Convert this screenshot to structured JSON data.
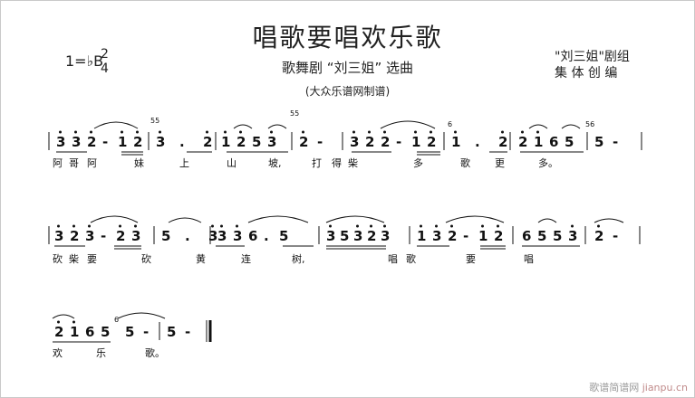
{
  "title": "唱歌要唱欢乐歌",
  "subtitle": "歌舞剧 “刘三姐” 选曲",
  "source": "(大众乐谱网制谱)",
  "key": "1=♭B",
  "time_sig": {
    "top": "2",
    "bottom": "4"
  },
  "credit": {
    "line1": "\"刘三姐\"剧组",
    "line2": "集 体 创 编"
  },
  "watermark": {
    "cn": "歌谱简谱网 ",
    "en": "jianpu.cn"
  },
  "lines": [
    {
      "measures": [
        [
          "3",
          "3",
          "2",
          "-",
          "1",
          "2"
        ],
        [
          "3",
          ".",
          "2"
        ],
        [
          "1",
          "2",
          "5",
          "3"
        ],
        [
          "2",
          "-"
        ],
        [
          "3",
          "2",
          "2",
          "-",
          "1",
          "2"
        ],
        [
          "1",
          ".",
          "2"
        ],
        [
          "2",
          "1",
          "6",
          "5"
        ],
        [
          "5",
          "-"
        ]
      ],
      "lyrics": [
        "阿",
        "哥",
        "阿",
        "妹",
        "上",
        "山",
        "坡,",
        "打",
        "得",
        "柴",
        "多",
        "歌",
        "更",
        "多。"
      ]
    },
    {
      "measures": [
        [
          "3",
          "2",
          "3",
          "-",
          "2",
          "3"
        ],
        [
          "5",
          ".",
          "3"
        ],
        [
          "3",
          "3",
          "6",
          ".",
          "5"
        ],
        [
          "3",
          "5",
          "3",
          "2",
          "3"
        ],
        [
          "1",
          "3",
          "2",
          "-",
          "1",
          "2"
        ],
        [
          "6",
          "5",
          "5",
          "3"
        ],
        [
          "2",
          "-"
        ]
      ],
      "lyrics": [
        "砍",
        "柴",
        "要",
        "砍",
        "黄",
        "连",
        "树,",
        "唱",
        "歌",
        "要",
        "唱"
      ]
    },
    {
      "measures": [
        [
          "2",
          "1",
          "6",
          "5"
        ],
        [
          "5",
          "-"
        ],
        [
          "5",
          "-"
        ]
      ],
      "lyrics": [
        "欢",
        "乐",
        "歌。"
      ]
    }
  ],
  "grace_notes": [
    "55",
    "55",
    "6",
    "56",
    "6"
  ]
}
